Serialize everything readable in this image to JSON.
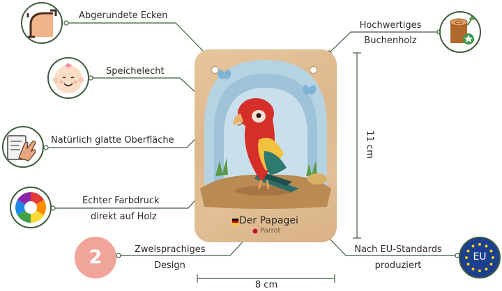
{
  "features": {
    "rounded_corners": "Abgerundete Ecken",
    "saliva_proof": "Speichelecht",
    "smooth_surface": "Natürlich glatte Oberfläche",
    "color_print_line1": "Echter Farbdruck",
    "color_print_line2": "direkt auf Holz",
    "bilingual_line1": "Zweisprachiges",
    "bilingual_line2": "Design",
    "beech_line1": "Hochwertiges",
    "beech_line2": "Buchenholz",
    "eu_line1": "Nach EU-Standards",
    "eu_line2": "produziert"
  },
  "badges": {
    "bilingual_number": "2",
    "eu_text": "EU"
  },
  "card": {
    "title_de": "Der Papagei",
    "title_en": "Parrot"
  },
  "dimensions": {
    "height": "11 cm",
    "width": "8 cm"
  },
  "colors": {
    "line": "#3f5b3d",
    "badge_pink": "#f0a49a",
    "eu_blue": "#1c3f8f",
    "eu_star": "#f5d000"
  },
  "icons": [
    "rounded-corner-icon",
    "baby-face-icon",
    "hand-wipe-icon",
    "color-wheel-icon",
    "wood-log-icon",
    "eu-flag-icon"
  ]
}
